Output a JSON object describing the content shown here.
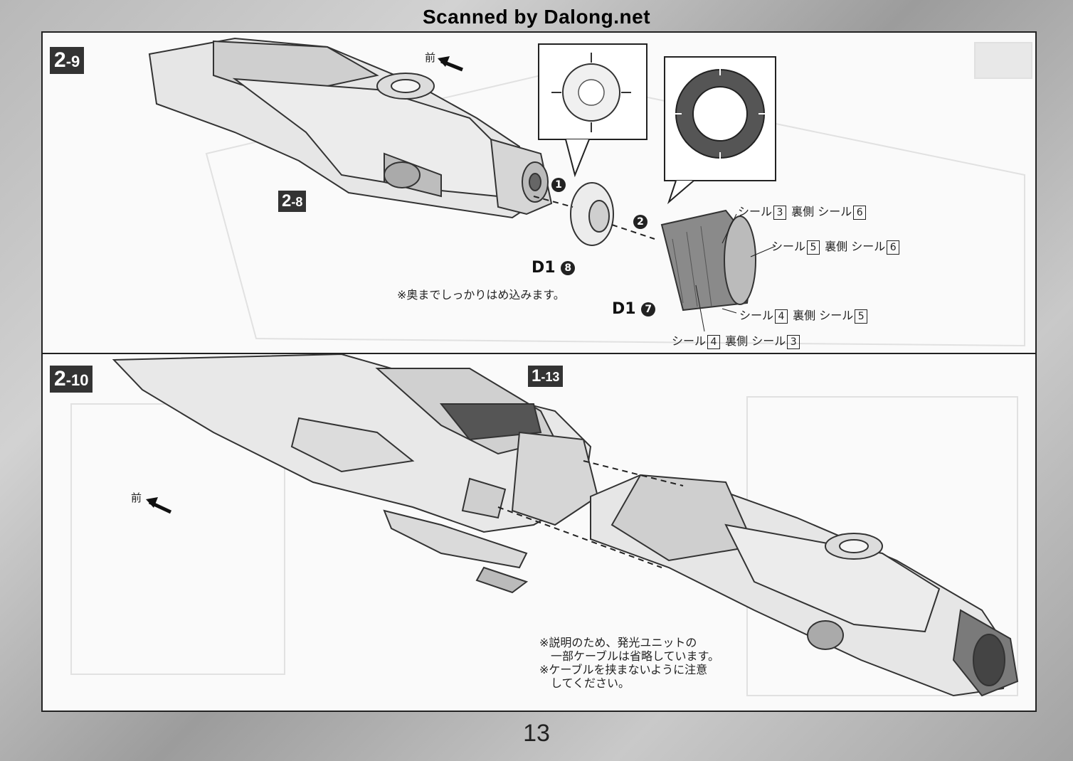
{
  "header": {
    "scan_credit": "Scanned by Dalong.net"
  },
  "step_2_9": {
    "badge_major": "2",
    "badge_minor": "-9",
    "front_label": "前",
    "ref_badge_major": "2",
    "ref_badge_minor": "-8",
    "callout_1": "1",
    "callout_2": "2",
    "part_d1_8_text": "D1",
    "part_d1_8_num": "8",
    "part_d1_7_text": "D1",
    "part_d1_7_num": "7",
    "note": "※奥までしっかりはめ込みます。",
    "seal_word": "シール",
    "back_word": "裏側",
    "seals": [
      {
        "front": "3",
        "back": "6"
      },
      {
        "front": "5",
        "back": "6"
      },
      {
        "front": "4",
        "back": "5"
      },
      {
        "front": "4",
        "back": "3"
      }
    ]
  },
  "step_2_10": {
    "badge_major": "2",
    "badge_minor": "-10",
    "front_label": "前",
    "ref_badge_major": "1",
    "ref_badge_minor": "-13",
    "notes": [
      "※説明のため、発光ユニットの",
      "一部ケーブルは省略しています。",
      "※ケーブルを挟まないように注意",
      "してください。"
    ]
  },
  "footer": {
    "page_number": "13"
  }
}
